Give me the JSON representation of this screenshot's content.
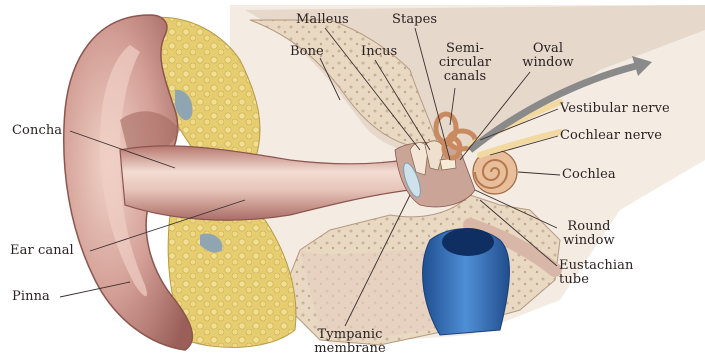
{
  "diagram": {
    "labels": {
      "concha": "Concha",
      "ear_canal": "Ear canal",
      "pinna": "Pinna",
      "malleus": "Malleus",
      "stapes": "Stapes",
      "bone": "Bone",
      "incus": "Incus",
      "semicircular_canals": "Semi-\ncircular\ncanals",
      "oval_window": "Oval\nwindow",
      "vestibular_nerve": "Vestibular nerve",
      "cochlear_nerve": "Cochlear nerve",
      "cochlea": "Cochlea",
      "round_window": "Round\nwindow",
      "eustachian_tube": "Eustachian\ntube",
      "tympanic_membrane": "Tympanic\nmembrane"
    },
    "colors": {
      "skin": "#c98e86",
      "skin_light": "#e4bdb2",
      "fat": "#e7cf72",
      "bone": "#e8d6bf",
      "tube": "#3d73b8",
      "arrow": "#8a8a8a",
      "line": "#3a3030"
    }
  }
}
